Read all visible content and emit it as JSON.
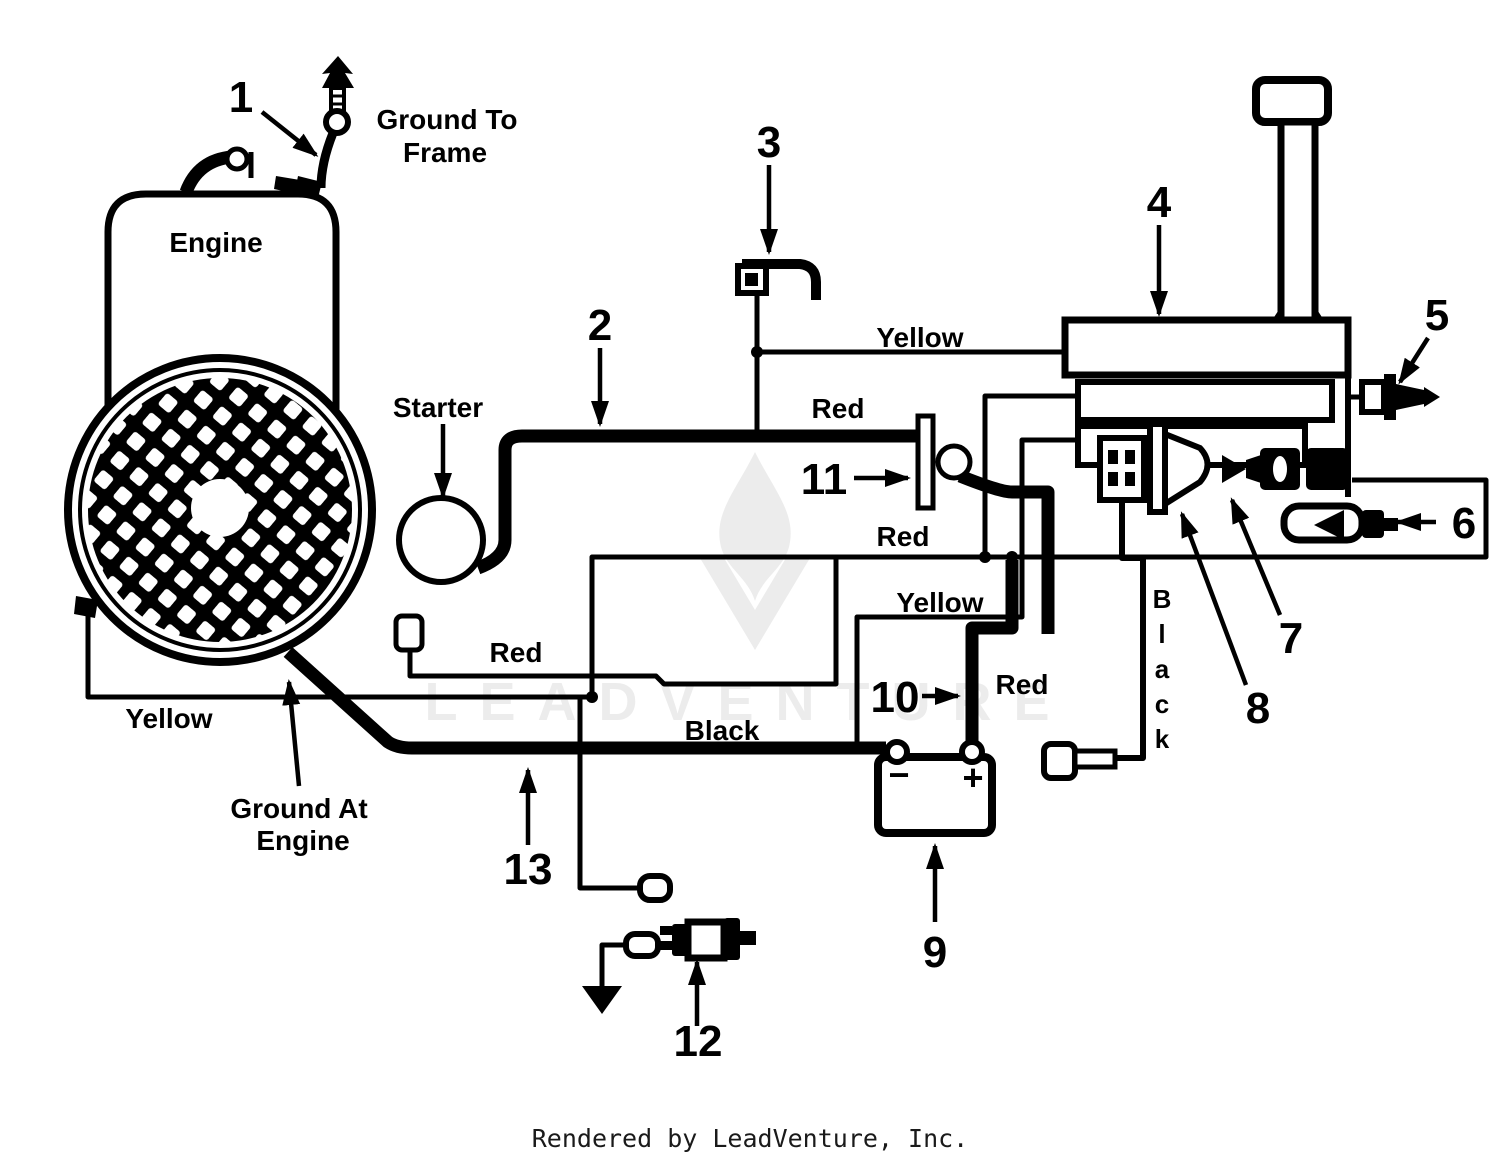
{
  "diagram": {
    "component_labels": {
      "engine": "Engine",
      "starter": "Starter",
      "ground_to_frame_line1": "Ground To",
      "ground_to_frame_line2": "Frame",
      "ground_at_engine_line1": "Ground At",
      "ground_at_engine_line2": "Engine"
    },
    "wire_labels": {
      "yellow": "Yellow",
      "red": "Red",
      "black": "Black",
      "black_vertical": [
        "B",
        "l",
        "a",
        "c",
        "k"
      ]
    },
    "battery": {
      "minus_sign": "−",
      "plus_sign": "+"
    },
    "callouts": {
      "c1": "1",
      "c2": "2",
      "c3": "3",
      "c4": "4",
      "c5": "5",
      "c6": "6",
      "c7": "7",
      "c8": "8",
      "c9": "9",
      "c10": "10",
      "c11": "11",
      "c12": "12",
      "c13": "13"
    },
    "watermark": {
      "text": "LEADVENTURE",
      "color": "#ececec"
    },
    "footer": {
      "credit": "Rendered by LeadVenture, Inc."
    },
    "colors": {
      "ink": "#000000",
      "background": "#ffffff"
    }
  }
}
